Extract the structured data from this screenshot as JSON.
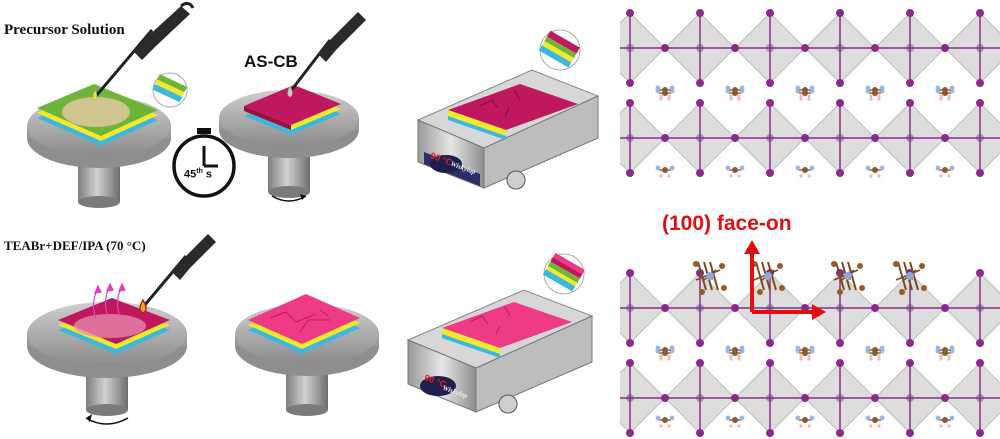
{
  "labels": {
    "precursor": "Precursor Solution",
    "ascb": "AS-CB",
    "timer": "45",
    "timer_sup": "th",
    "timer_unit": "s",
    "teabr": "TEABr+DEF/IPA (70 °C)",
    "faceon": "(100) face-on",
    "hotplate_temp": "90 °C",
    "brand": "Wiskylap"
  },
  "colors": {
    "perovskite": "#c0185e",
    "perovskite_light": "#ef3a86",
    "green_film": "#6fb43a",
    "yellow_drop": "#f2e92a",
    "blue_layer": "#3cb8e0",
    "arrow_red": "#e01010",
    "iodide": "#8a2b8c",
    "vapor": "#e040c8"
  }
}
